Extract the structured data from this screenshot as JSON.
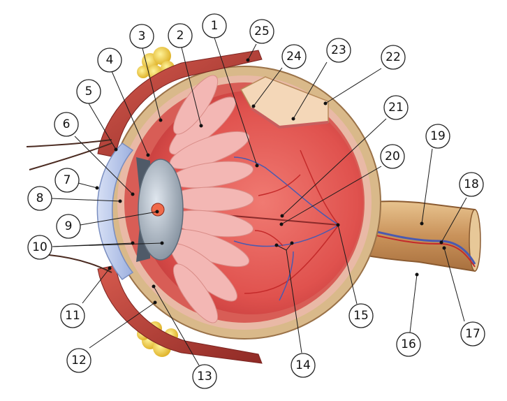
{
  "diagram": {
    "callouts": [
      {
        "id": 1,
        "label": "1"
      },
      {
        "id": 2,
        "label": "2"
      },
      {
        "id": 3,
        "label": "3"
      },
      {
        "id": 4,
        "label": "4"
      },
      {
        "id": 5,
        "label": "5"
      },
      {
        "id": 6,
        "label": "6"
      },
      {
        "id": 7,
        "label": "7"
      },
      {
        "id": 8,
        "label": "8"
      },
      {
        "id": 9,
        "label": "9"
      },
      {
        "id": 10,
        "label": "10"
      },
      {
        "id": 11,
        "label": "11"
      },
      {
        "id": 12,
        "label": "12"
      },
      {
        "id": 13,
        "label": "13"
      },
      {
        "id": 14,
        "label": "14"
      },
      {
        "id": 15,
        "label": "15"
      },
      {
        "id": 16,
        "label": "16"
      },
      {
        "id": 17,
        "label": "17"
      },
      {
        "id": 18,
        "label": "18"
      },
      {
        "id": 19,
        "label": "19"
      },
      {
        "id": 20,
        "label": "20"
      },
      {
        "id": 21,
        "label": "21"
      },
      {
        "id": 22,
        "label": "22"
      },
      {
        "id": 23,
        "label": "23"
      },
      {
        "id": 24,
        "label": "24"
      },
      {
        "id": 25,
        "label": "25"
      }
    ],
    "colors": {
      "background": "#ffffff",
      "sclera": "#d9b98a",
      "vitreous": "#e0524e",
      "retina": "#c9474a",
      "ciliary_folds": "#f3b7b4",
      "muscle": "#b83a33",
      "fat": "#f1d04a",
      "cornea": "#b9c8ea",
      "lens": "#aab7c5",
      "iris": "#4f5a68",
      "vessel_vein": "#4a5ab0",
      "vessel_artery": "#c42a2a",
      "callout_stroke": "#222222"
    }
  }
}
